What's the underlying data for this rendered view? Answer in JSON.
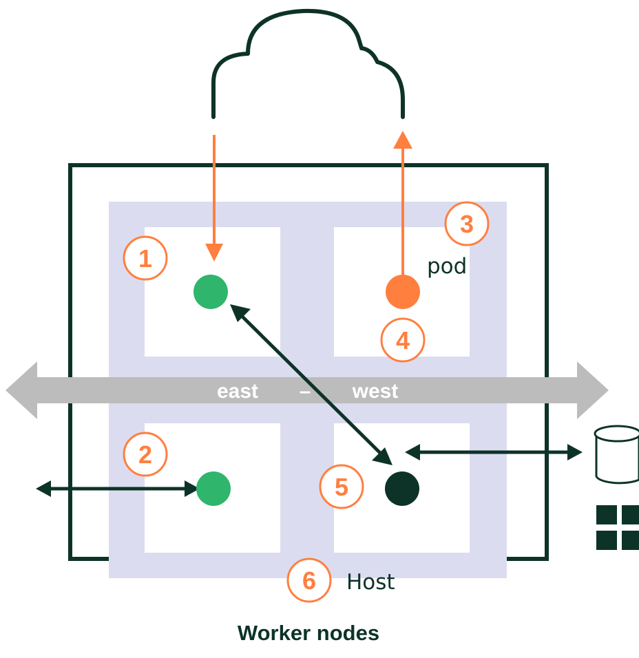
{
  "labels": {
    "pod": "pod",
    "host": "Host",
    "east": "east",
    "dash": "–",
    "west": "west",
    "worker_nodes": "Worker nodes"
  },
  "markers": {
    "m1": "1",
    "m2": "2",
    "m3": "3",
    "m4": "4",
    "m5": "5",
    "m6": "6"
  },
  "colors": {
    "dark": "#0d3328",
    "orange": "#ff7f3f",
    "green": "#2fb56c",
    "lavender": "#dcdcf0",
    "gray": "#bcbcbc",
    "white": "#ffffff"
  }
}
